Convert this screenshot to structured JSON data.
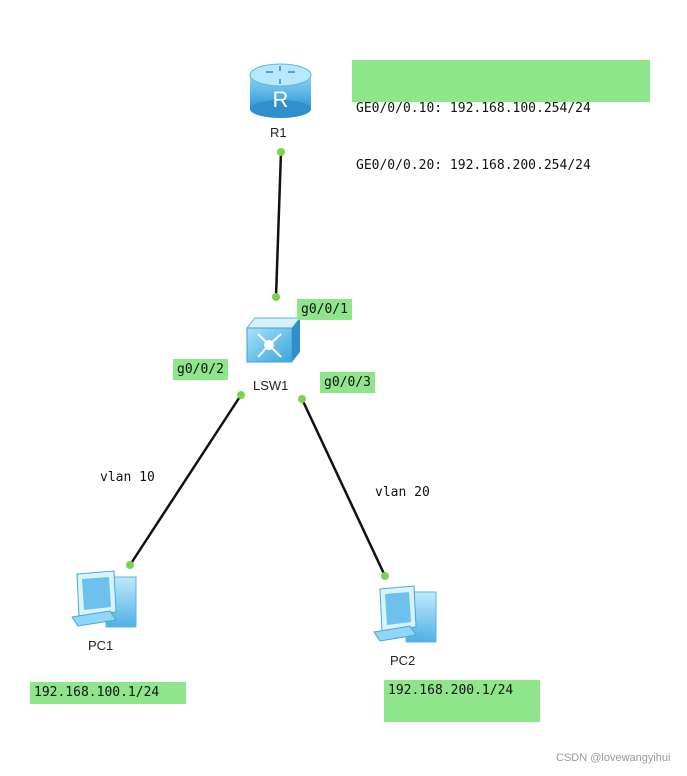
{
  "router": {
    "name": "R1",
    "icon": "router-icon"
  },
  "switch": {
    "name": "LSW1",
    "icon": "switch-icon"
  },
  "pc1": {
    "name": "PC1",
    "icon": "pc-icon",
    "ip": "192.168.100.1/24"
  },
  "pc2": {
    "name": "PC2",
    "icon": "pc-icon",
    "ip": "192.168.200.1/24"
  },
  "router_subifs": [
    "GE0/0/0.10: 192.168.100.254/24",
    "GE0/0/0.20: 192.168.200.254/24"
  ],
  "ports": {
    "g1": "g0/0/1",
    "g2": "g0/0/2",
    "g3": "g0/0/3"
  },
  "vlans": {
    "left": "vlan 10",
    "right": "vlan 20"
  },
  "watermark": "CSDN @lovewangyihui",
  "colors": {
    "note_bg": "#8ee58a",
    "port_dot": "#7dd24b",
    "device_blue": "#5ab8ea"
  }
}
